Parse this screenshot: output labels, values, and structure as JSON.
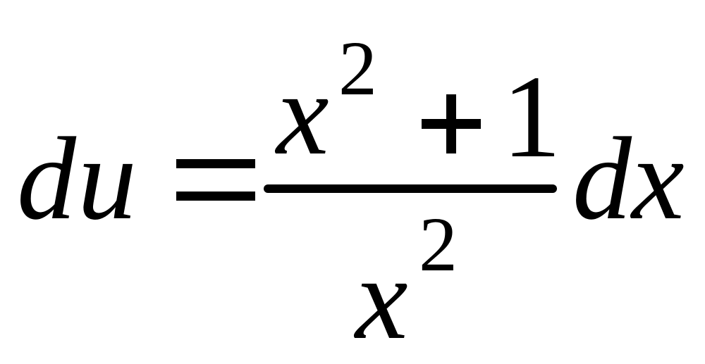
{
  "equation": {
    "lhs": "du",
    "equals": "=",
    "numerator": {
      "base": "x",
      "exponent": "2",
      "plus": "+",
      "constant": "1"
    },
    "denominator": {
      "base": "x",
      "exponent": "2"
    },
    "rhs": "dx"
  }
}
